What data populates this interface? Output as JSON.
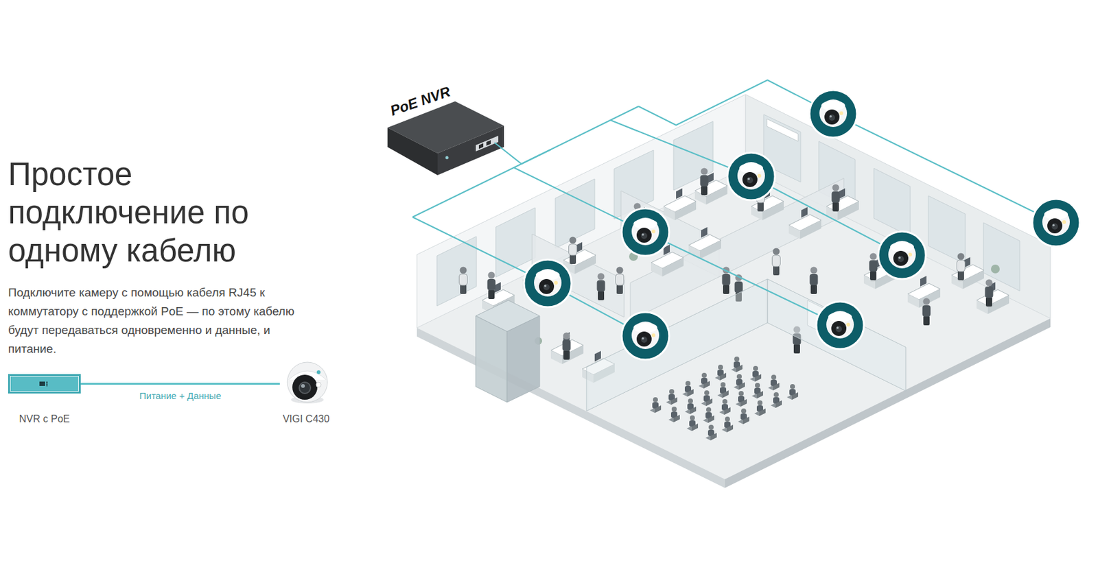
{
  "diagram": {
    "title": "Простое подключение по одному кабелю",
    "nodes": [
      {
        "text": [
          "NVR с PoE"
        ]
      },
      {
        "text": [
          "VIGI C430"
        ]
      }
    ],
    "edges": [
      {
        "from": 0,
        "to": 1,
        "arrow": "none",
        "label": "Питание + Данные"
      }
    ],
    "labels": [
      "Подключите камеру с помощью кабеля RJ45 к коммутатору с поддержкой PoE — по этому кабелю будут передаваться одновременно и данные, и питание.",
      "PoE NVR"
    ]
  }
}
